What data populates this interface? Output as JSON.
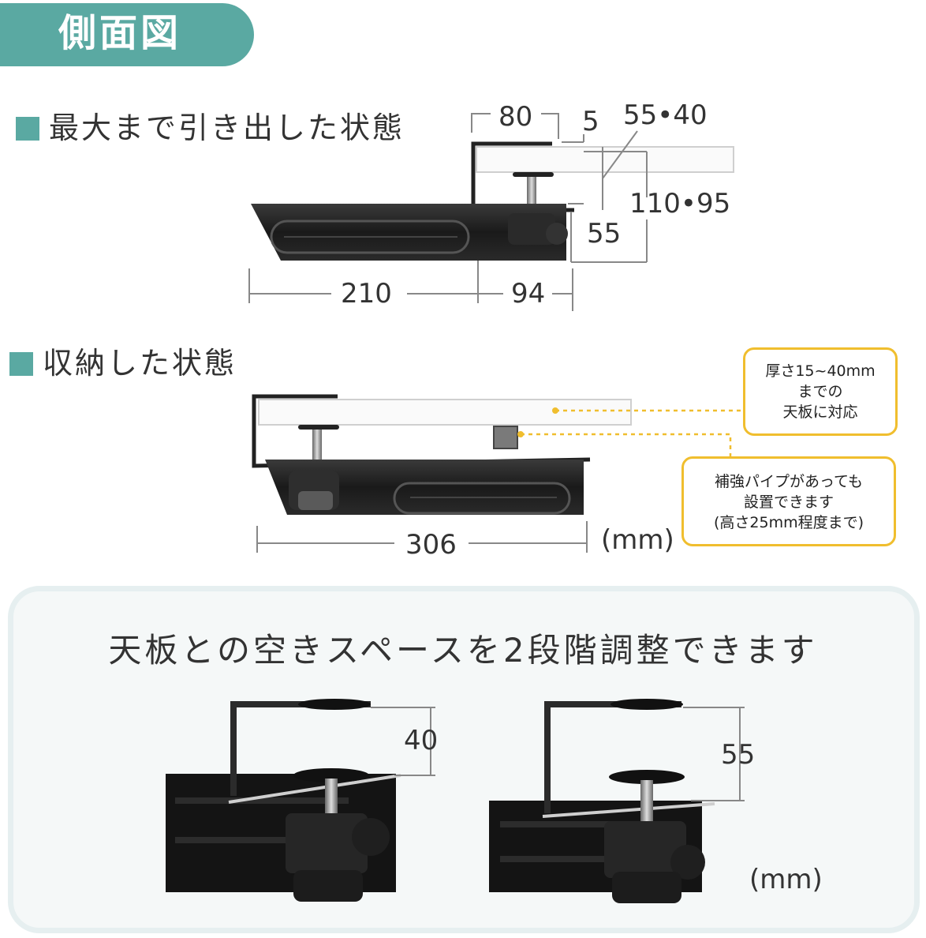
{
  "header": {
    "title": "側面図"
  },
  "section_max": {
    "label": "最大まで引き出した状態",
    "dims": {
      "d80": "80",
      "d5": "5",
      "d55_40": "55•40",
      "d110_95": "110•95",
      "d55": "55",
      "d210": "210",
      "d94": "94"
    }
  },
  "section_stored": {
    "label": "収納した状態",
    "dims": {
      "d306": "306",
      "unit": "(mm)"
    },
    "callout_top": {
      "line1": "厚さ15~40mm",
      "line2": "までの",
      "line3": "天板に対応"
    },
    "callout_bottom": {
      "line1": "補強パイプがあっても",
      "line2": "設置できます",
      "line3": "(高さ25mm程度まで)"
    }
  },
  "adjust_panel": {
    "title": "天板との空きスペースを2段階調整できます",
    "dim_left": "40",
    "dim_right": "55",
    "unit": "(mm)"
  },
  "colors": {
    "accent": "#5aa9a2",
    "callout_border": "#f0be2e",
    "panel_bg": "#f5f8f8",
    "tray": "#1c1c1c"
  }
}
